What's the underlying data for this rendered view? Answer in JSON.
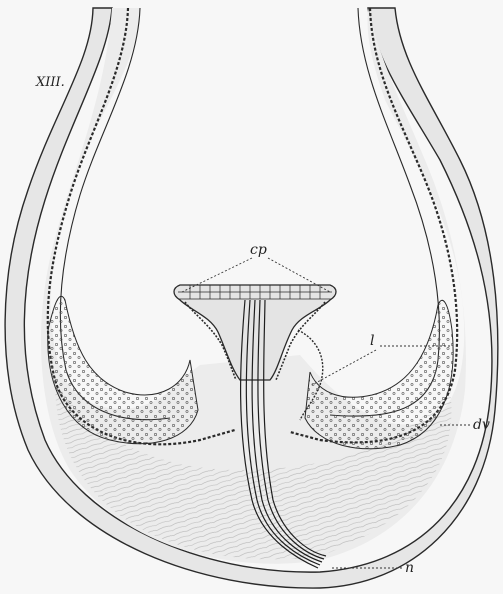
{
  "figure": {
    "plate_number": "XIII.",
    "labels": {
      "cp": "cp",
      "l": "l",
      "dv": "dv",
      "n": "n"
    },
    "colors": {
      "background": "#f7f7f7",
      "ink": "#2a2a2a",
      "tissue_light": "#e9e9e9",
      "tissue_mid": "#dcdcdc"
    }
  }
}
